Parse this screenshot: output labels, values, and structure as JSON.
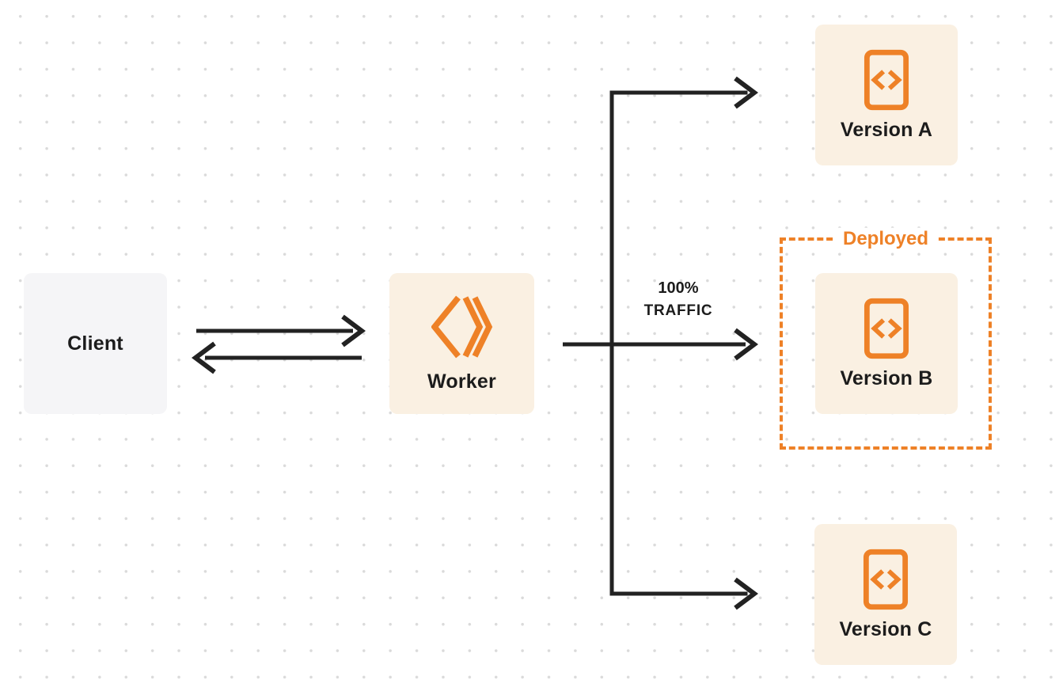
{
  "nodes": {
    "client": {
      "label": "Client"
    },
    "worker": {
      "label": "Worker",
      "icon": "worker-chevrons-icon"
    },
    "versions": [
      {
        "label": "Version A",
        "icon": "code-file-icon"
      },
      {
        "label": "Version B",
        "icon": "code-file-icon"
      },
      {
        "label": "Version C",
        "icon": "code-file-icon"
      }
    ]
  },
  "annotations": {
    "deployed": "Deployed",
    "traffic_line1": "100%",
    "traffic_line2": "TRAFFIC"
  },
  "edges": [
    {
      "from": "Client",
      "to": "Worker",
      "style": "bidirectional-arrows"
    },
    {
      "from": "Worker",
      "to": "Version A",
      "style": "arrow"
    },
    {
      "from": "Worker",
      "to": "Version B",
      "style": "arrow",
      "label": "100% TRAFFIC"
    },
    {
      "from": "Worker",
      "to": "Version C",
      "style": "arrow"
    }
  ],
  "colors": {
    "accent_orange": "#EE8127",
    "node_fill_cream": "#FAF0E2",
    "client_fill_gray": "#F5F5F7",
    "connector_dark": "#222222",
    "text_dark": "#1C1C1C",
    "background": "#FFFFFF",
    "dot_grid": "#DADADA"
  }
}
